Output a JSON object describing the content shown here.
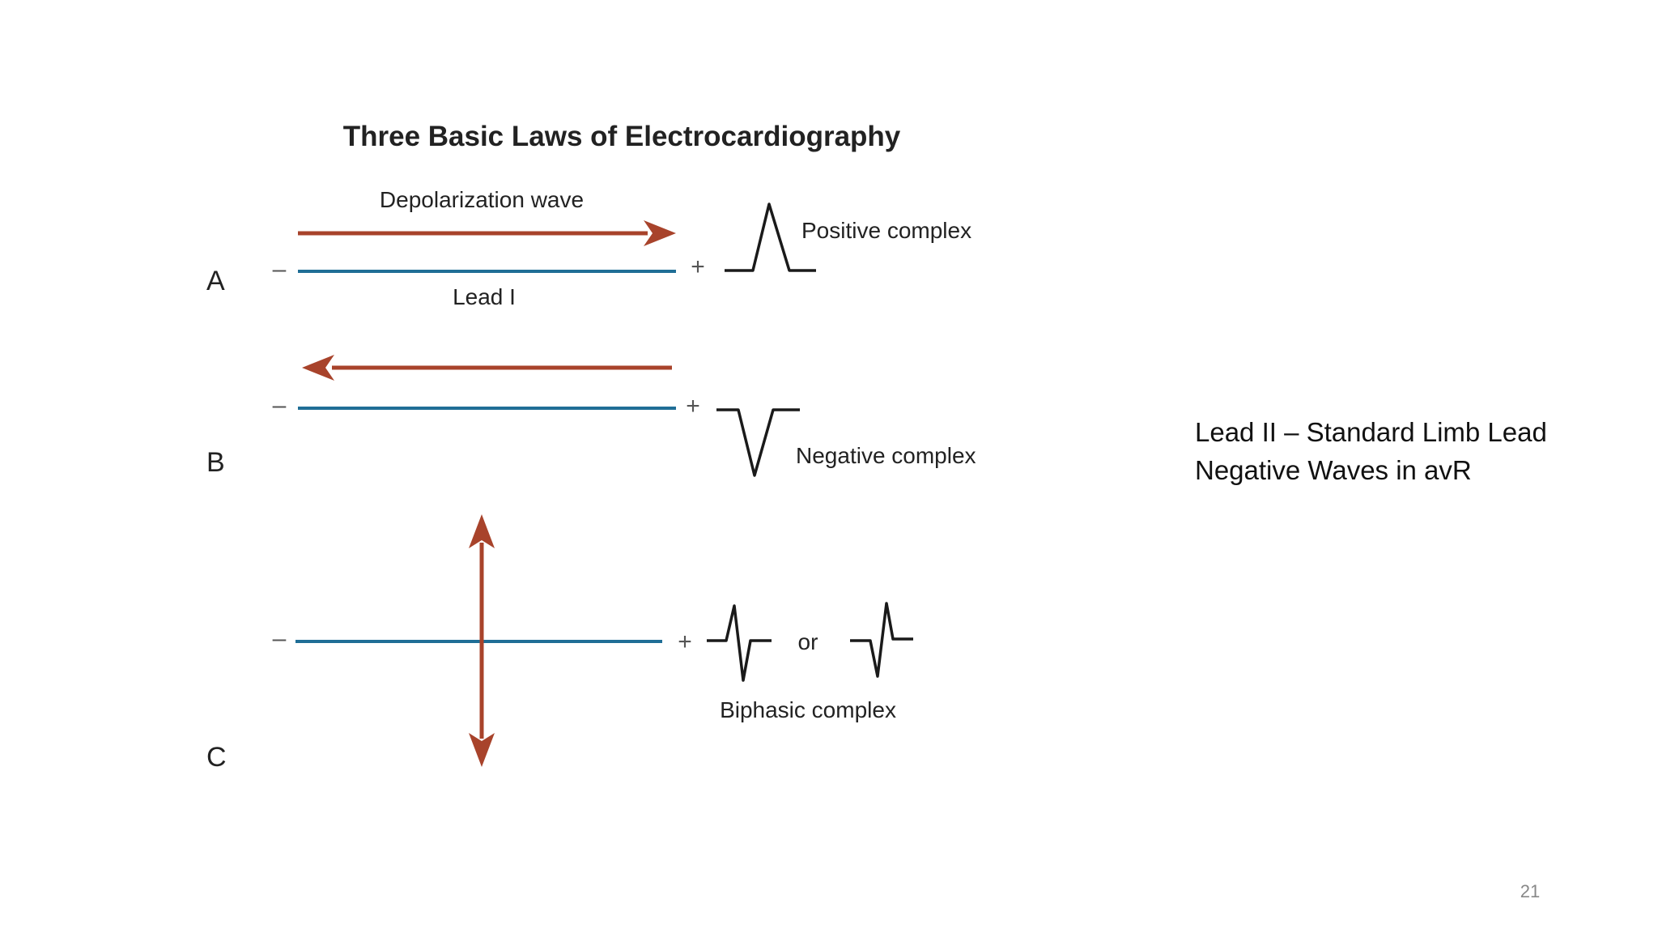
{
  "slide": {
    "page_number": "21",
    "side_notes": [
      "Lead II – Standard Limb Lead",
      "Negative Waves in avR"
    ]
  },
  "diagram": {
    "title": "Three Basic Laws of Electrocardiography",
    "colors": {
      "arrow": "#A8432B",
      "lead": "#1F6E96",
      "trace": "#1A1A1A",
      "text": "#222222"
    },
    "poles": {
      "negative": "–",
      "positive": "+"
    },
    "rows": [
      {
        "letter": "A",
        "arrow_label": "Depolarization wave",
        "lead_label": "Lead I",
        "complex_label": "Positive complex"
      },
      {
        "letter": "B",
        "complex_label": "Negative complex"
      },
      {
        "letter": "C",
        "or_label": "or",
        "complex_label": "Biphasic complex"
      }
    ]
  }
}
